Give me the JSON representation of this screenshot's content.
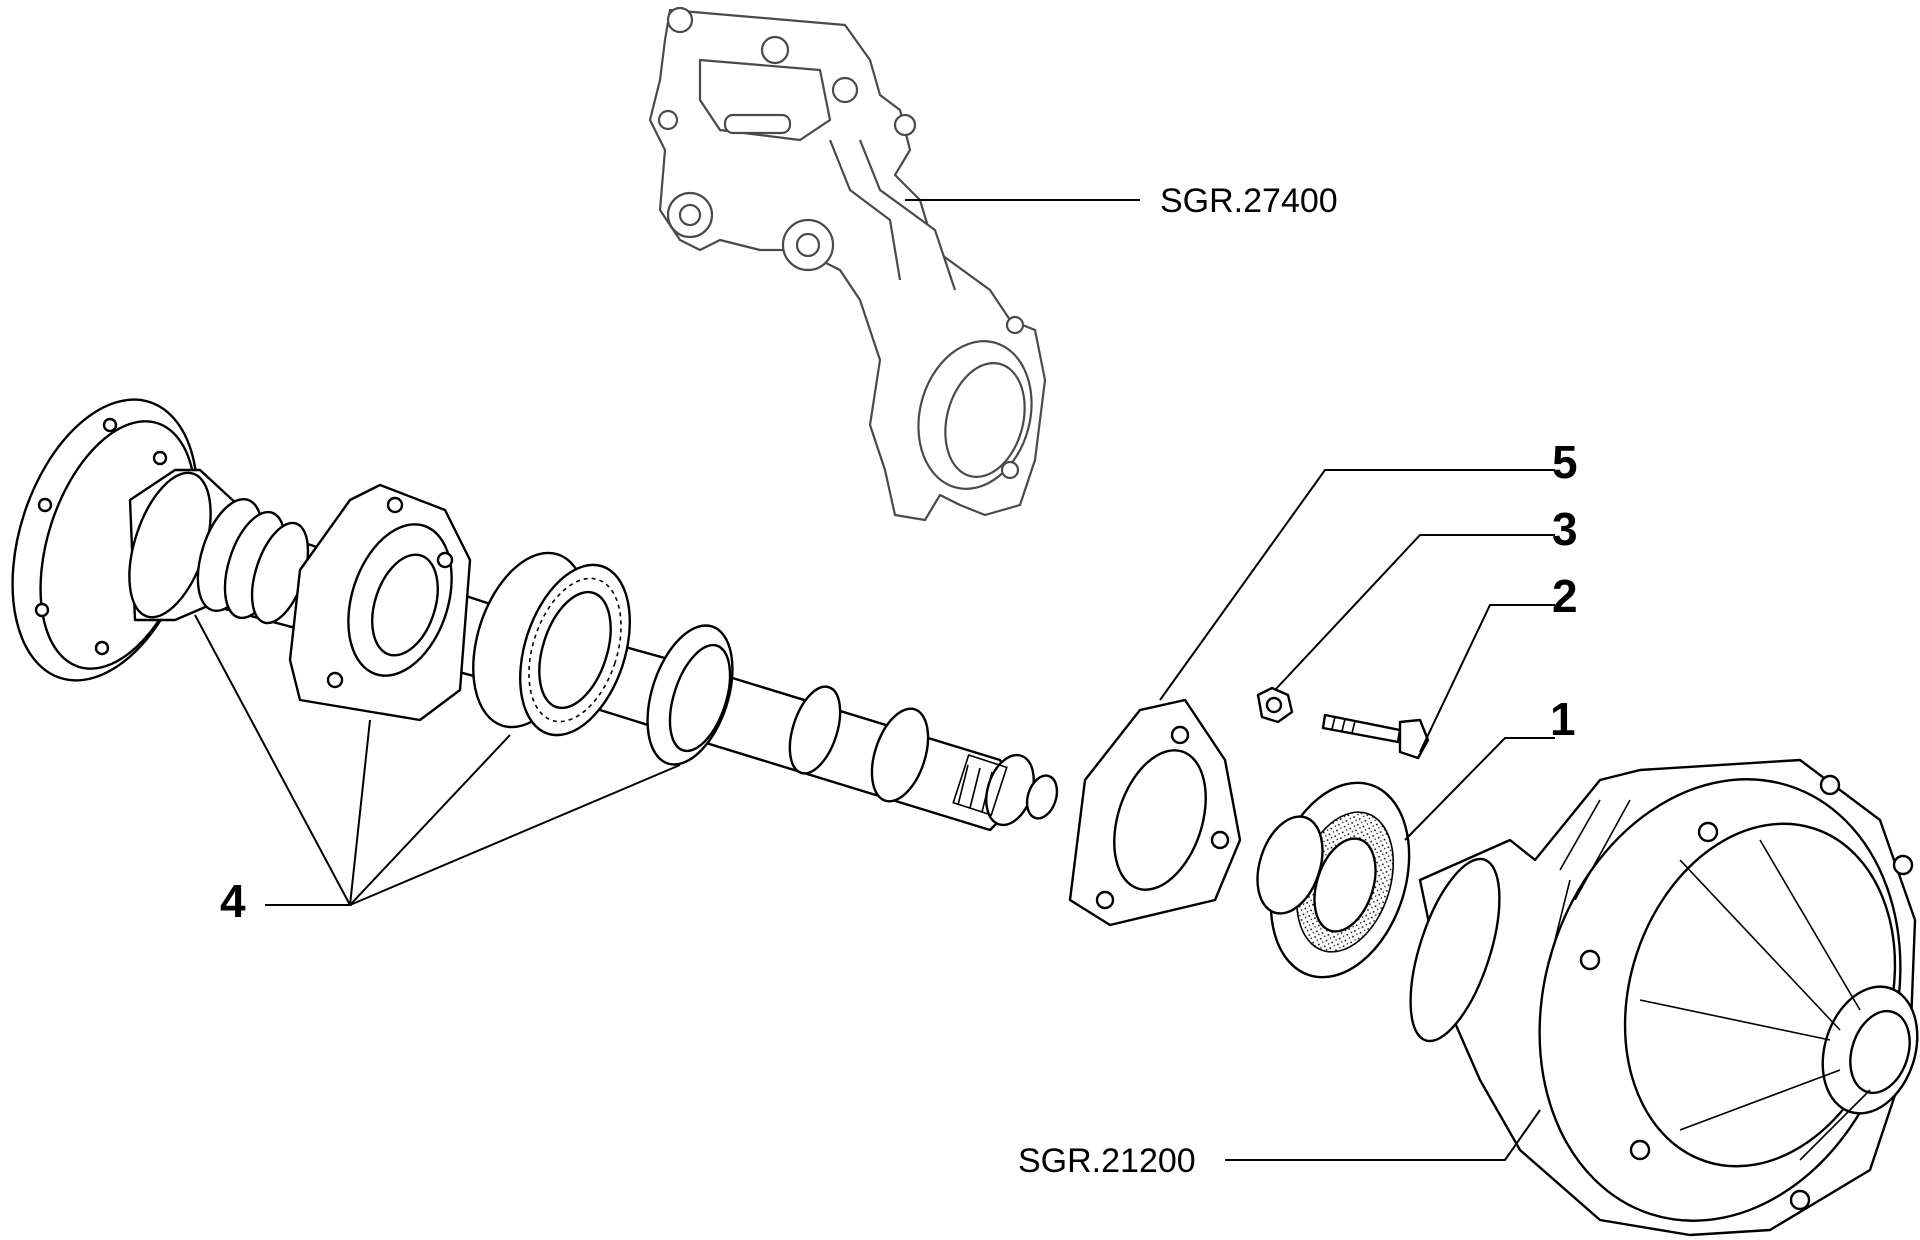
{
  "callouts": {
    "c1": "1",
    "c2": "2",
    "c3": "3",
    "c4": "4",
    "c5": "5"
  },
  "references": {
    "upper": "SGR.27400",
    "lower": "SGR.21200"
  }
}
